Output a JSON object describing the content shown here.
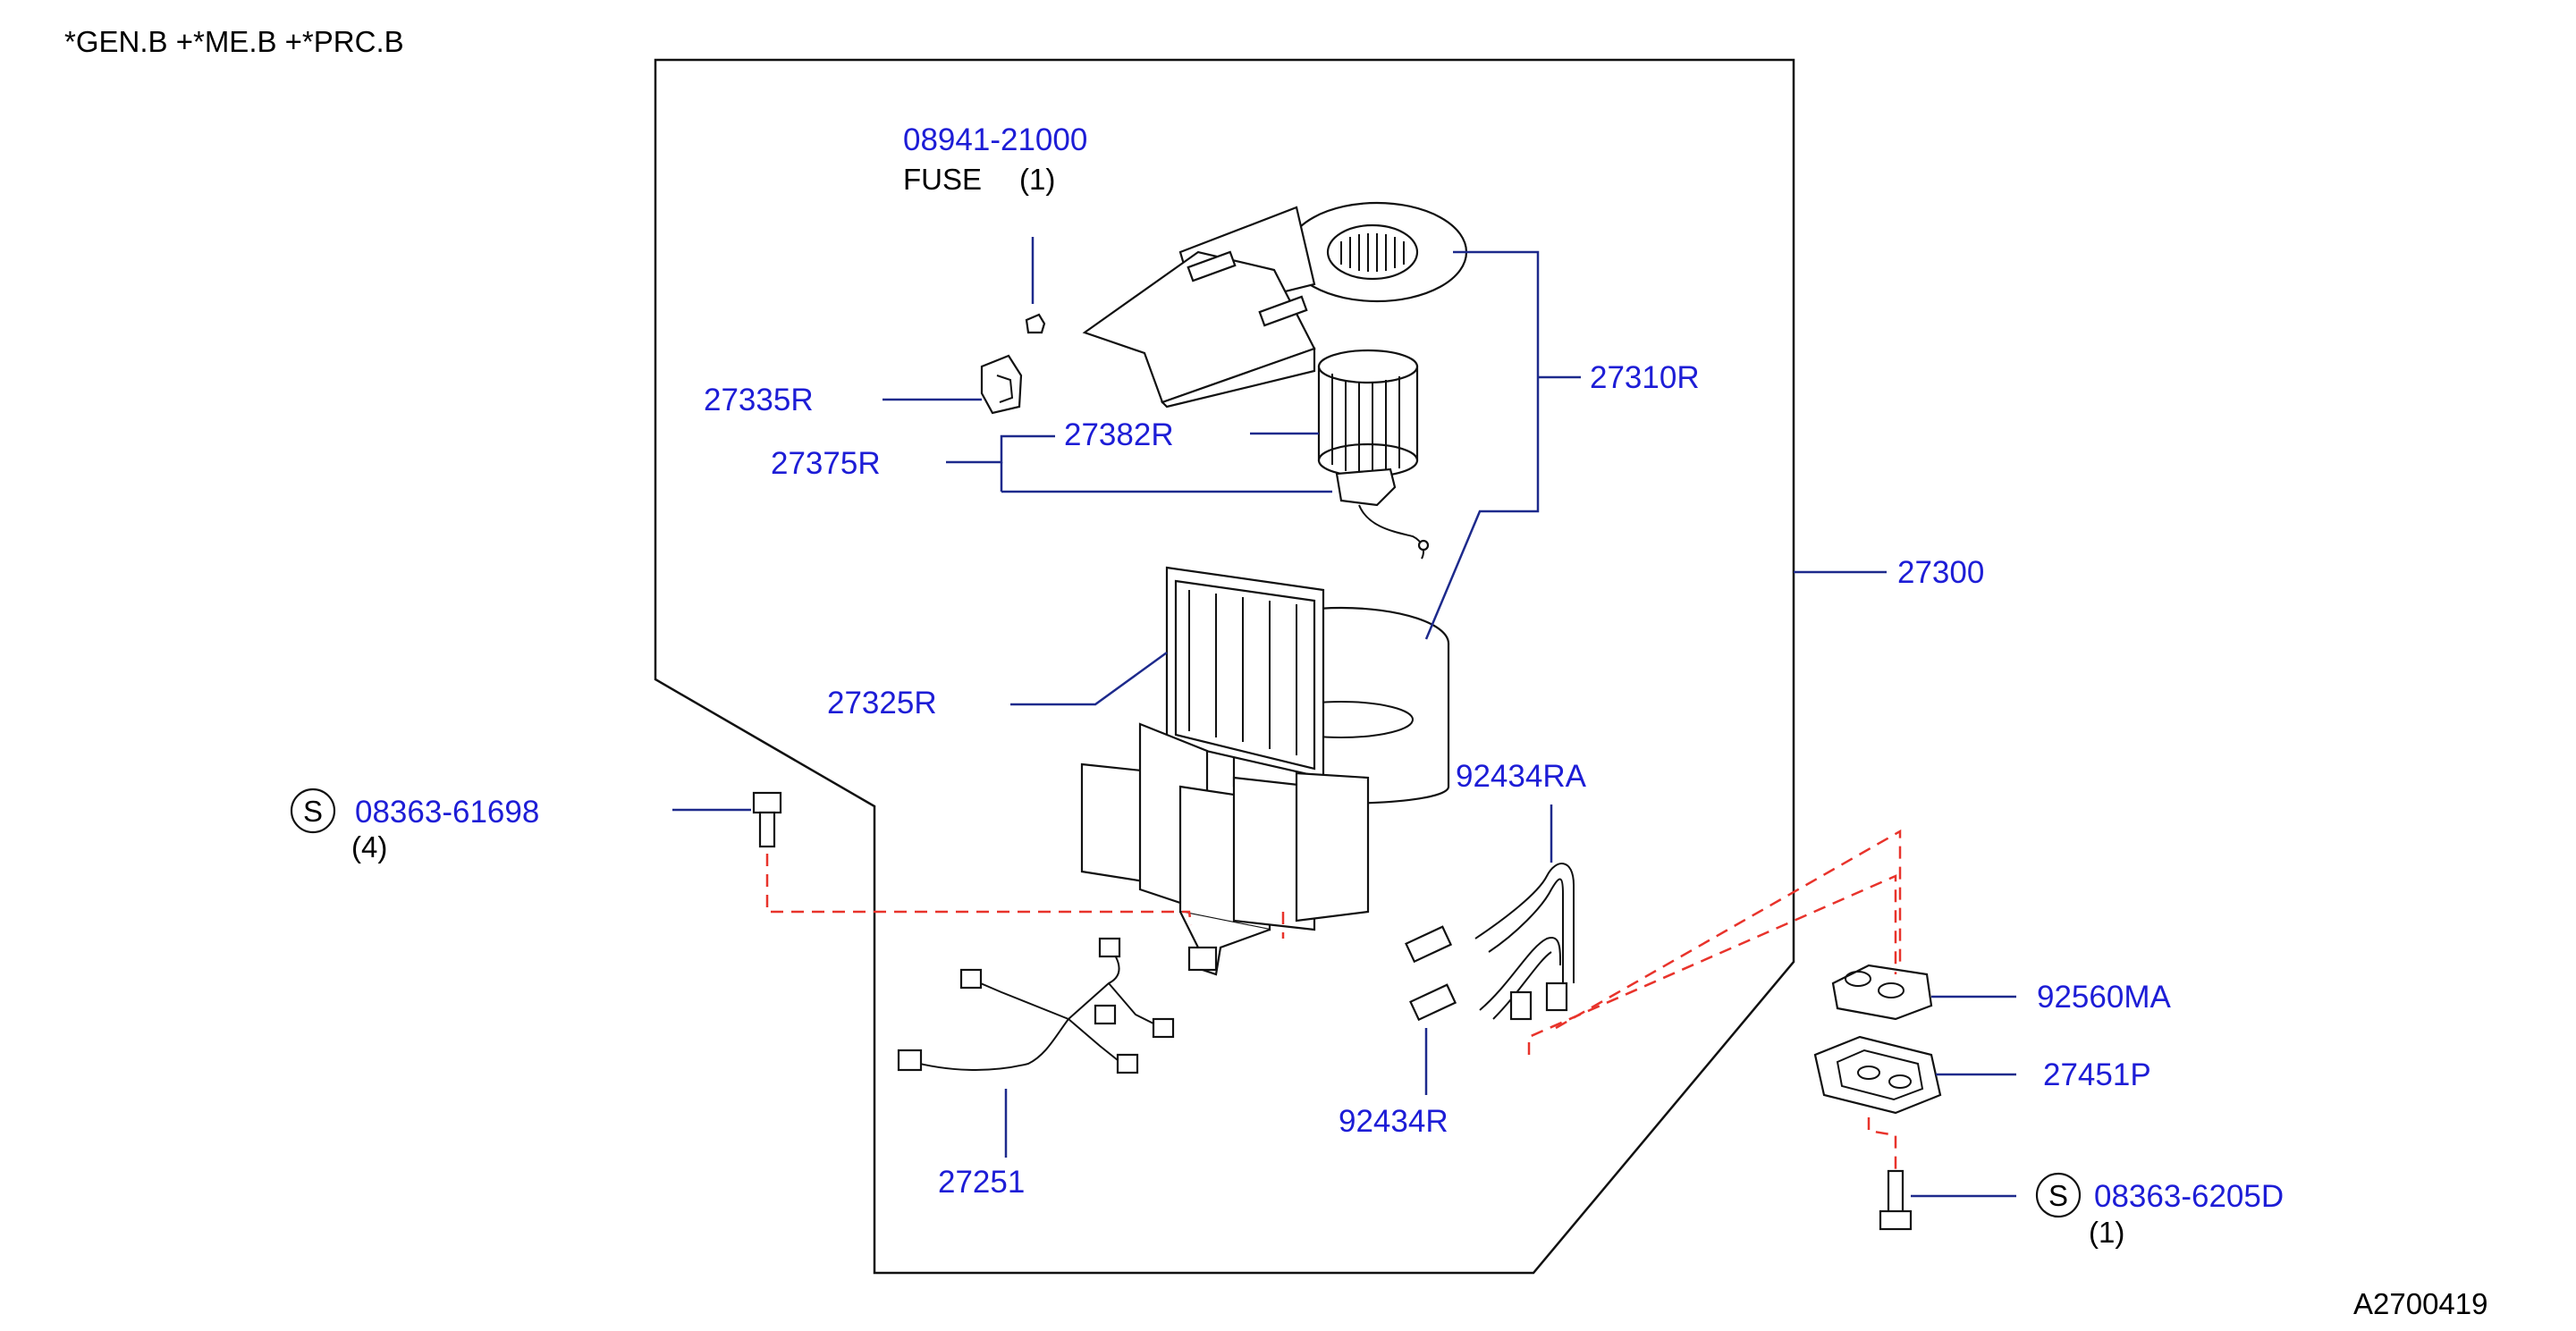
{
  "header": {
    "variants": "*GEN.B   +*ME.B   +*PRC.B"
  },
  "footer": {
    "diagram_code": "A2700419"
  },
  "colors": {
    "part_number": "#1d1dd6",
    "leader_line": "#1d2a8c",
    "dashed_guide": "#e8332b",
    "outline": "#111111"
  },
  "screw_symbol": "S",
  "callouts": {
    "p08941": {
      "number": "08941-21000",
      "name": "FUSE",
      "qty": "(1)"
    },
    "p27335R": {
      "number": "27335R"
    },
    "p27375R": {
      "number": "27375R"
    },
    "p27382R": {
      "number": "27382R"
    },
    "p27310R": {
      "number": "27310R"
    },
    "p27300": {
      "number": "27300"
    },
    "p27325R": {
      "number": "27325R"
    },
    "p08363a": {
      "number": "08363-61698",
      "qty": "(4)"
    },
    "p92434RA": {
      "number": "92434RA"
    },
    "p92434R": {
      "number": "92434R"
    },
    "p27251": {
      "number": "27251"
    },
    "p92560MA": {
      "number": "92560MA"
    },
    "p27451P": {
      "number": "27451P"
    },
    "p08363b": {
      "number": "08363-6205D",
      "qty": "(1)"
    }
  }
}
